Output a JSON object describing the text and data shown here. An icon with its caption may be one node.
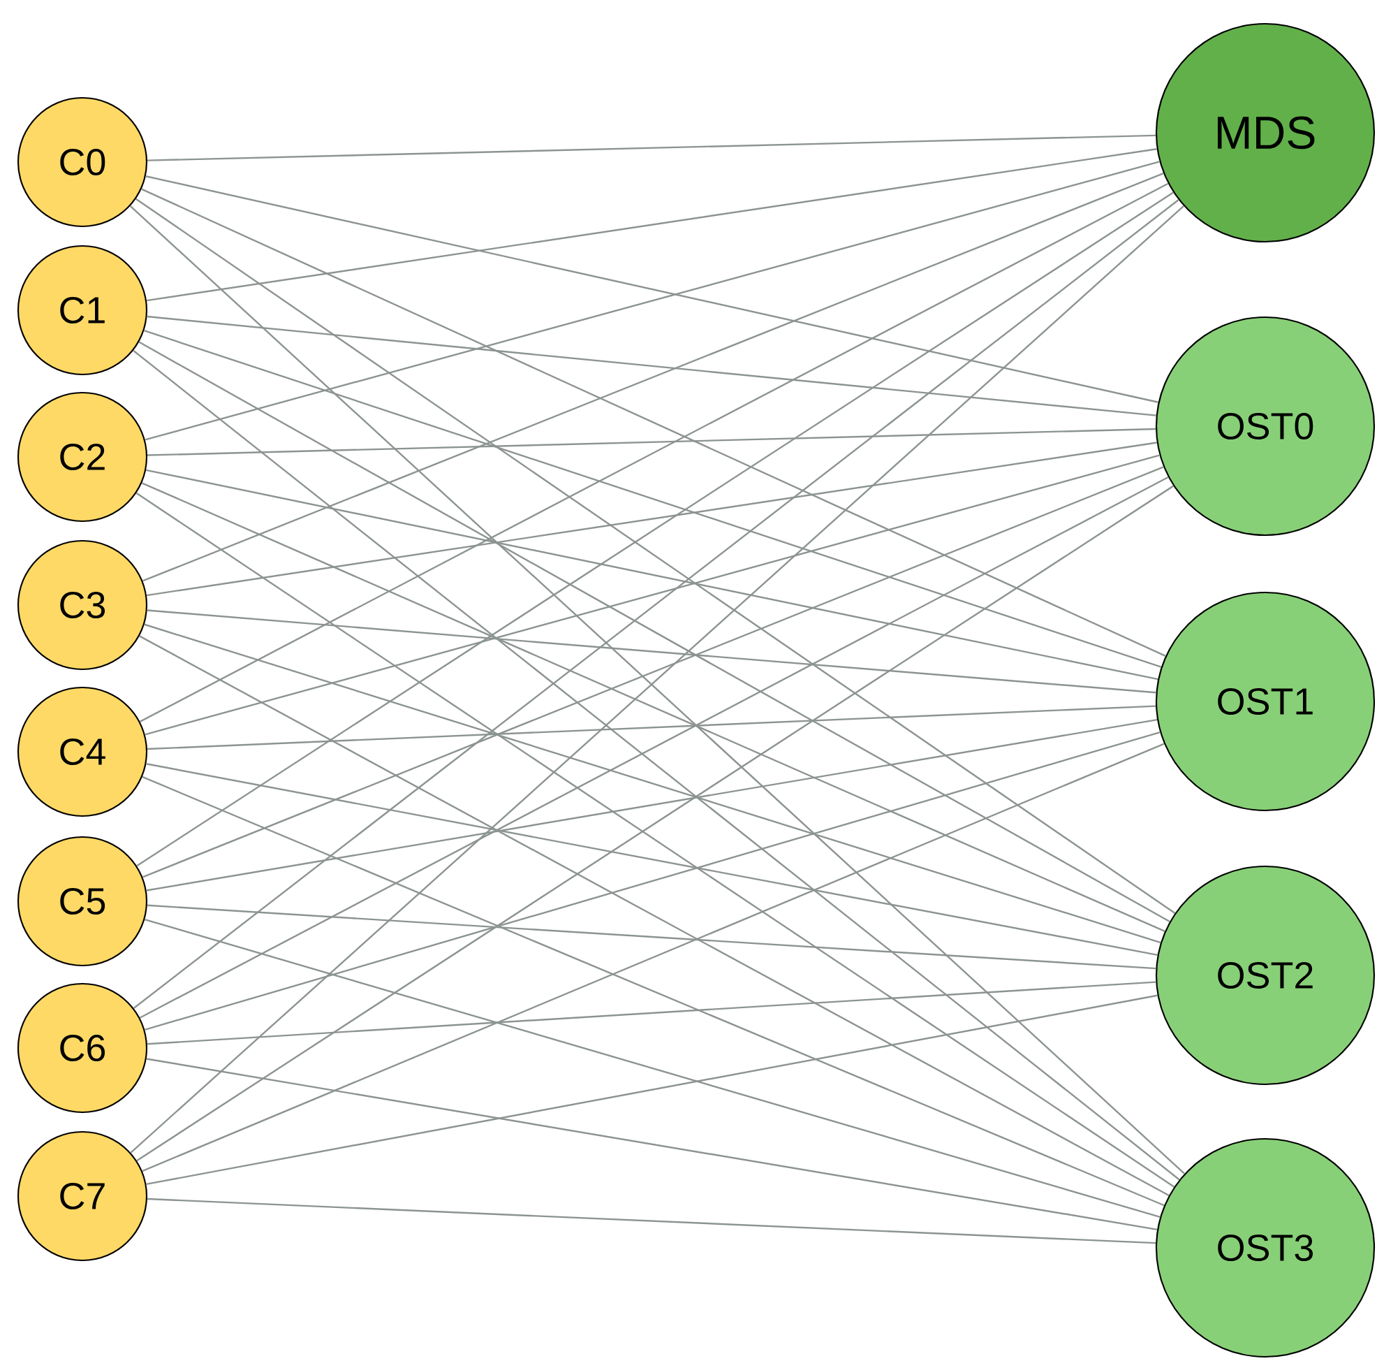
{
  "diagram": {
    "nodes": [
      {
        "text": [
          "C0"
        ]
      },
      {
        "text": [
          "C1"
        ]
      },
      {
        "text": [
          "C2"
        ]
      },
      {
        "text": [
          "C3"
        ]
      },
      {
        "text": [
          "C4"
        ]
      },
      {
        "text": [
          "C5"
        ]
      },
      {
        "text": [
          "C6"
        ]
      },
      {
        "text": [
          "C7"
        ]
      },
      {
        "text": [
          "MDS"
        ]
      },
      {
        "text": [
          "OST0"
        ]
      },
      {
        "text": [
          "OST1"
        ]
      },
      {
        "text": [
          "OST2"
        ]
      },
      {
        "text": [
          "OST3"
        ]
      }
    ],
    "edges": [
      {
        "from": 0,
        "to": 8,
        "arrow": "none"
      },
      {
        "from": 0,
        "to": 9,
        "arrow": "none"
      },
      {
        "from": 0,
        "to": 10,
        "arrow": "none"
      },
      {
        "from": 0,
        "to": 11,
        "arrow": "none"
      },
      {
        "from": 0,
        "to": 12,
        "arrow": "none"
      },
      {
        "from": 1,
        "to": 8,
        "arrow": "none"
      },
      {
        "from": 1,
        "to": 9,
        "arrow": "none"
      },
      {
        "from": 1,
        "to": 10,
        "arrow": "none"
      },
      {
        "from": 1,
        "to": 11,
        "arrow": "none"
      },
      {
        "from": 1,
        "to": 12,
        "arrow": "none"
      },
      {
        "from": 2,
        "to": 8,
        "arrow": "none"
      },
      {
        "from": 2,
        "to": 9,
        "arrow": "none"
      },
      {
        "from": 2,
        "to": 10,
        "arrow": "none"
      },
      {
        "from": 2,
        "to": 11,
        "arrow": "none"
      },
      {
        "from": 2,
        "to": 12,
        "arrow": "none"
      },
      {
        "from": 3,
        "to": 8,
        "arrow": "none"
      },
      {
        "from": 3,
        "to": 9,
        "arrow": "none"
      },
      {
        "from": 3,
        "to": 10,
        "arrow": "none"
      },
      {
        "from": 3,
        "to": 11,
        "arrow": "none"
      },
      {
        "from": 3,
        "to": 12,
        "arrow": "none"
      },
      {
        "from": 4,
        "to": 8,
        "arrow": "none"
      },
      {
        "from": 4,
        "to": 9,
        "arrow": "none"
      },
      {
        "from": 4,
        "to": 10,
        "arrow": "none"
      },
      {
        "from": 4,
        "to": 11,
        "arrow": "none"
      },
      {
        "from": 4,
        "to": 12,
        "arrow": "none"
      },
      {
        "from": 5,
        "to": 8,
        "arrow": "none"
      },
      {
        "from": 5,
        "to": 9,
        "arrow": "none"
      },
      {
        "from": 5,
        "to": 10,
        "arrow": "none"
      },
      {
        "from": 5,
        "to": 11,
        "arrow": "none"
      },
      {
        "from": 5,
        "to": 12,
        "arrow": "none"
      },
      {
        "from": 6,
        "to": 8,
        "arrow": "none"
      },
      {
        "from": 6,
        "to": 9,
        "arrow": "none"
      },
      {
        "from": 6,
        "to": 10,
        "arrow": "none"
      },
      {
        "from": 6,
        "to": 11,
        "arrow": "none"
      },
      {
        "from": 6,
        "to": 12,
        "arrow": "none"
      },
      {
        "from": 7,
        "to": 8,
        "arrow": "none"
      },
      {
        "from": 7,
        "to": 9,
        "arrow": "none"
      },
      {
        "from": 7,
        "to": 10,
        "arrow": "none"
      },
      {
        "from": 7,
        "to": 11,
        "arrow": "none"
      },
      {
        "from": 7,
        "to": 12,
        "arrow": "none"
      }
    ]
  }
}
